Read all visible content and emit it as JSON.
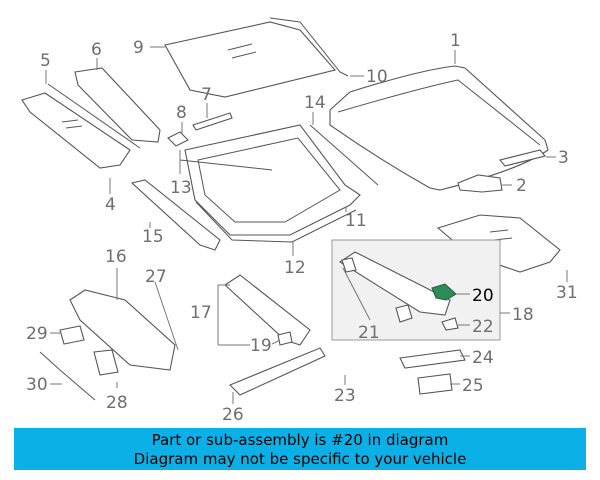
{
  "diagram": {
    "callouts": [
      "1",
      "2",
      "3",
      "4",
      "5",
      "6",
      "7",
      "8",
      "9",
      "10",
      "11",
      "12",
      "13",
      "14",
      "15",
      "16",
      "17",
      "18",
      "19",
      "20",
      "21",
      "22",
      "23",
      "24",
      "25",
      "26",
      "27",
      "28",
      "29",
      "30",
      "31"
    ],
    "highlighted_part": "20",
    "highlight_color": "#2e8b57"
  },
  "banner": {
    "line1": "Part or sub-assembly is #20 in diagram",
    "line2": "Diagram may not be specific to your vehicle",
    "background": "#0ab0e6"
  }
}
